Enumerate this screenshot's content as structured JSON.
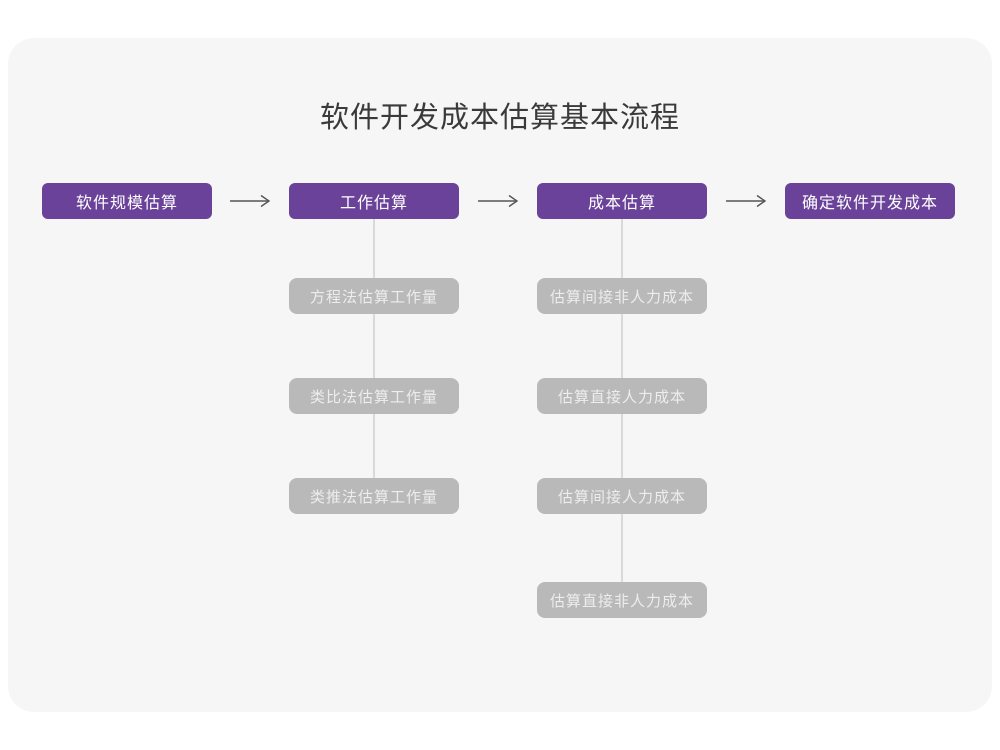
{
  "page": {
    "title": "软件开发成本估算基本流程"
  },
  "flow": {
    "steps": [
      {
        "label": "软件规模估算"
      },
      {
        "label": "工作估算"
      },
      {
        "label": "成本估算"
      },
      {
        "label": "确定软件开发成本"
      }
    ]
  },
  "work_breakdown": {
    "items": [
      {
        "label": "方程法估算工作量"
      },
      {
        "label": "类比法估算工作量"
      },
      {
        "label": "类推法估算工作量"
      }
    ]
  },
  "cost_breakdown": {
    "items": [
      {
        "label": "估算间接非人力成本"
      },
      {
        "label": "估算直接人力成本"
      },
      {
        "label": "估算间接人力成本"
      },
      {
        "label": "估算直接非人力成本"
      }
    ]
  },
  "icons": {
    "flow_arrow": "right-arrow"
  },
  "colors": {
    "page-bg": "#ffffff",
    "card-bg": "#f6f6f6",
    "step-bg": "#6b4299",
    "step-text": "#ffffff",
    "sub-bg": "#b9b9b9",
    "sub-text": "#ededed",
    "connector": "#d9d9d9",
    "arrow": "#555555",
    "title-text": "#3a3a3a"
  }
}
